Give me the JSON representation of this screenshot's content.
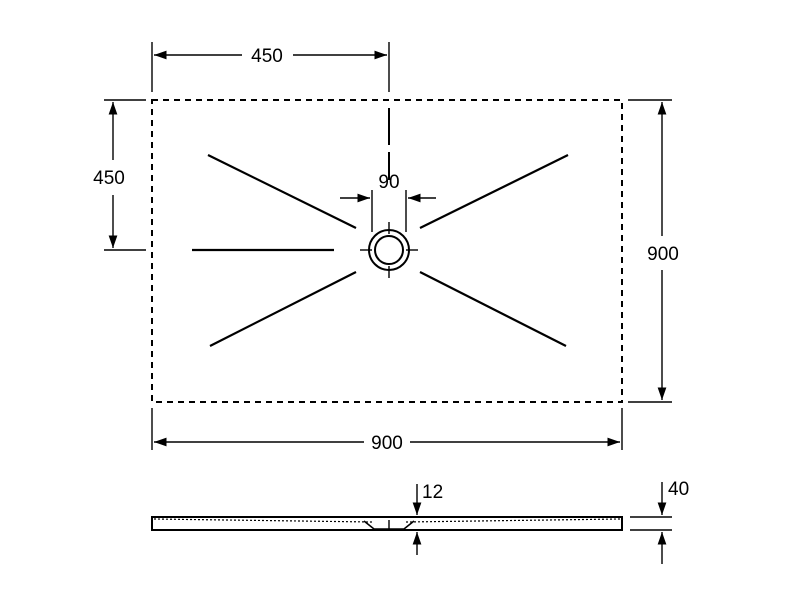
{
  "plan_view": {
    "dimensions": {
      "top_offset": "450",
      "left_offset": "450",
      "drain_diameter": "90",
      "depth": "900",
      "width": "900"
    }
  },
  "side_view": {
    "dimensions": {
      "fall": "12",
      "thickness": "40"
    }
  }
}
